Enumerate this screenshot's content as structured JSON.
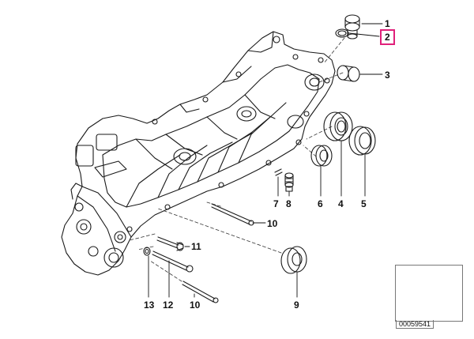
{
  "diagram": {
    "callouts": {
      "c1": "1",
      "c2": "2",
      "c3": "3",
      "c4": "4",
      "c5": "5",
      "c6": "6",
      "c7": "7",
      "c8": "8",
      "c9": "9",
      "c10a": "10",
      "c10b": "10",
      "c11": "11",
      "c12": "12",
      "c13": "13"
    },
    "highlighted_callout": "2",
    "highlight_color": "#e0207a",
    "thumbnail": {
      "code": "00059541",
      "icon": "scooter-icon"
    }
  }
}
